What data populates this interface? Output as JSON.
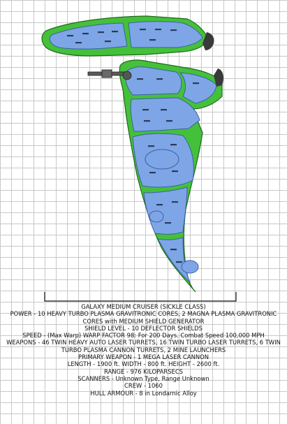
{
  "diagram": {
    "colors": {
      "hull_fill": "#7ea6e6",
      "hull_outline": "#3b5fa8",
      "frame": "#45c03a",
      "frame_outline": "#1f6a1c",
      "cannon": "#5a5a5a",
      "pod": "#3a3a3a"
    },
    "specs": [
      "GALAXY MEDIUM CRUISER (SICKLE CLASS)",
      "POWER - 10 HEAVY TURBO PLASMA GRAVITRONIC CORES, 2 MAGNA PLASMA GRAVITRONIC CORES with MEDIUM SHIELD GENERATOR",
      "SHIELD LEVEL - 10 DEFLECTOR SHIELDS",
      "SPEED - (Max Warp) WARP FACTOR 98: For 200 Days. Combat Speed 100,000 MPH",
      "WEAPONS - 46 TWIN HEAVY AUTO LASER TURRETS, 16 TWIN TURBO LASER TURRETS, 6 TWIN TURBO PLASMA CANNON TURRETS, 2 MINE LAUNCHERS",
      "PRIMARY WEAPON - 1 MEGA LASER CANNON",
      "LENGTH - 1900 ft. WIDTH - 800 ft. HEIGHT - 2600 ft.",
      "RANGE - 976 KILOPARSECS",
      "SCANNERS - Unknown Type, Range Unknown",
      "CREW - 1060",
      "HULL ARMOUR - 8 in Londarnic Alloy"
    ]
  }
}
